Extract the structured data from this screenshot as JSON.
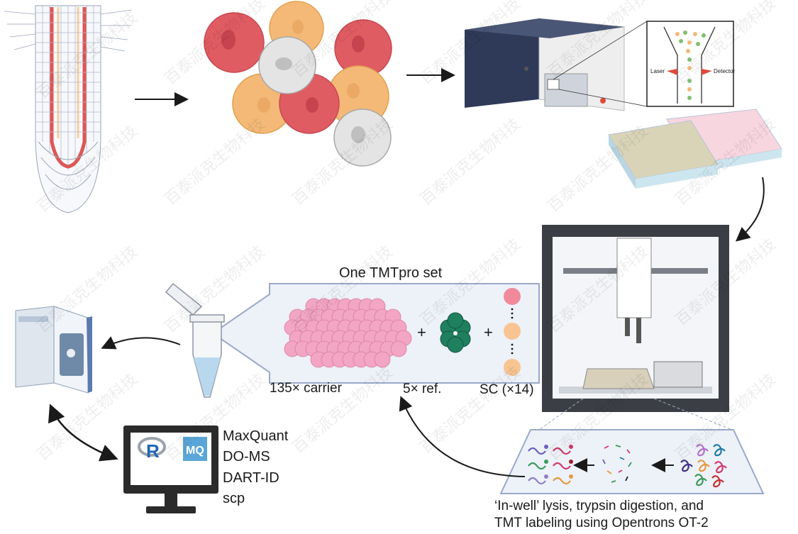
{
  "panel": {
    "title": "One TMTpro set",
    "carrier_label": "135× carrier",
    "ref_label": "5× ref.",
    "sc_label": "SC (×14)",
    "plus": "+"
  },
  "cytometer": {
    "laser_label": "Laser",
    "detector_label": "Detector"
  },
  "software": {
    "items": [
      "MaxQuant",
      "DO-MS",
      "DART-ID",
      "scp"
    ],
    "r_logo": "R",
    "mq_logo": "MQ"
  },
  "caption": {
    "line1": "‘In-well’ lysis, trypsin digestion, and",
    "line2": "TMT labeling using Opentrons OT-2"
  },
  "watermark": "百泰派克生物科技",
  "colors": {
    "red_cell": "#e05c63",
    "orange_cell": "#f4b977",
    "grey_cell": "#e4e4e4",
    "pink_carrier": "#f2a6c3",
    "teal_ref": "#1f8060",
    "panel_border": "#9aa9c9",
    "panel_fill": "#edf1f8"
  }
}
